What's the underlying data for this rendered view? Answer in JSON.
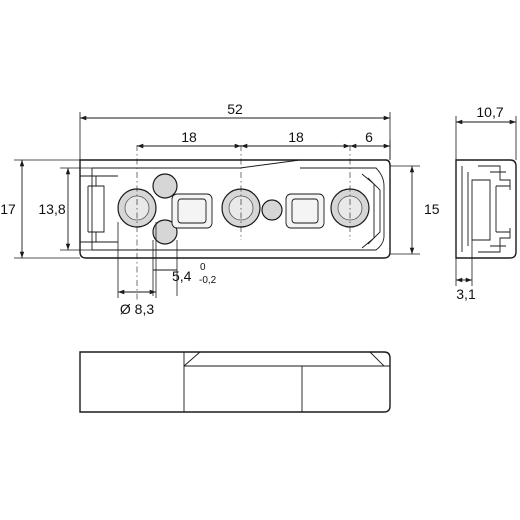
{
  "dimensions": {
    "overall_length": "52",
    "spacing_1": "18",
    "spacing_2": "18",
    "end_offset": "6",
    "total_height": "17",
    "inner_height": "13,8",
    "right_height": "15",
    "hole_diameter": "Ø 8,3",
    "slot_width": "5,4",
    "slot_tol_upper": "0",
    "slot_tol_lower": "-0,2",
    "side_width": "10,7",
    "side_offset": "3,1"
  }
}
